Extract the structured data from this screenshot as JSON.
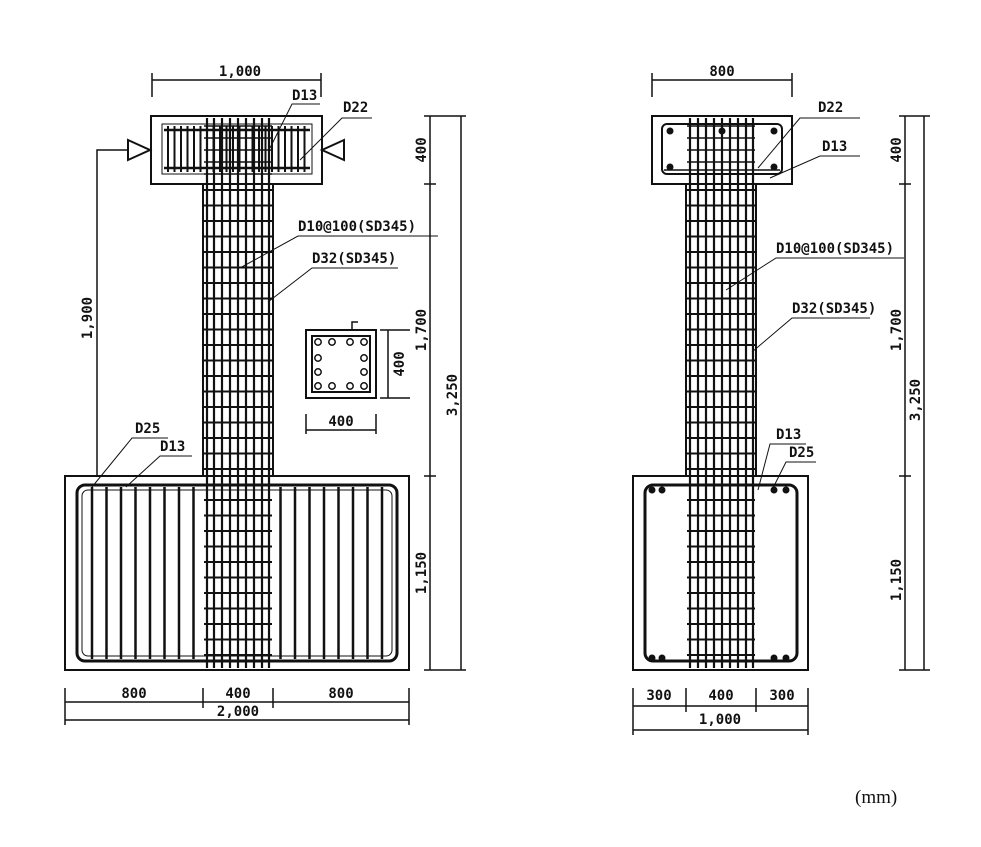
{
  "unit_label": "(mm)",
  "front_view": {
    "dims": {
      "top_width": "1,000",
      "overall_height": "3,250",
      "head_height": "400",
      "column_height": "1,700",
      "footing_height": "1,150",
      "load_height": "1,900",
      "bottom_left": "800",
      "bottom_mid": "400",
      "bottom_right": "800",
      "bottom_total": "2,000"
    },
    "labels": {
      "head_stirrup": "D13",
      "head_main": "D22",
      "tie": "D10@100(SD345)",
      "main_bar": "D32(SD345)",
      "footing_main": "D25",
      "footing_stirrup": "D13"
    }
  },
  "section": {
    "width": "400",
    "height": "400"
  },
  "side_view": {
    "dims": {
      "top_width": "800",
      "overall_height": "3,250",
      "head_height": "400",
      "column_height": "1,700",
      "footing_height": "1,150",
      "bottom_left": "300",
      "bottom_mid": "400",
      "bottom_right": "300",
      "bottom_total": "1,000"
    },
    "labels": {
      "head_main": "D22",
      "head_stirrup": "D13",
      "tie": "D10@100(SD345)",
      "main_bar": "D32(SD345)",
      "footing_stirrup": "D13",
      "footing_main": "D25"
    }
  }
}
